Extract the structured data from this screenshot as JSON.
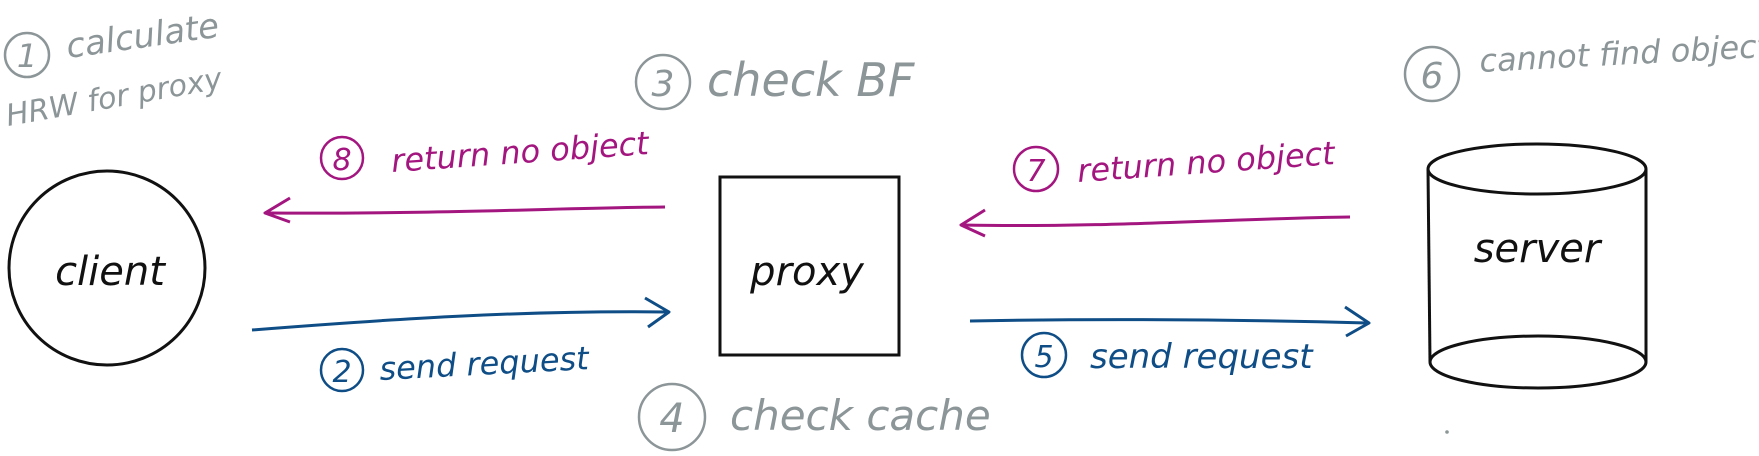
{
  "colors": {
    "note_gray": "#8c9597",
    "reply_magenta": "#a4167f",
    "request_blue": "#0f4d86",
    "ink": "#111111"
  },
  "nodes": {
    "client": "client",
    "proxy": "proxy",
    "server": "server"
  },
  "steps": [
    {
      "num": "1",
      "text_line1": "calculate",
      "text_line2": "HRW for proxy"
    },
    {
      "num": "2",
      "text": "send request"
    },
    {
      "num": "3",
      "text": "check BF"
    },
    {
      "num": "4",
      "text": "check cache"
    },
    {
      "num": "5",
      "text": "send request"
    },
    {
      "num": "6",
      "text": "cannot find object"
    },
    {
      "num": "7",
      "text": "return no object"
    },
    {
      "num": "8",
      "text": "return no object"
    }
  ]
}
